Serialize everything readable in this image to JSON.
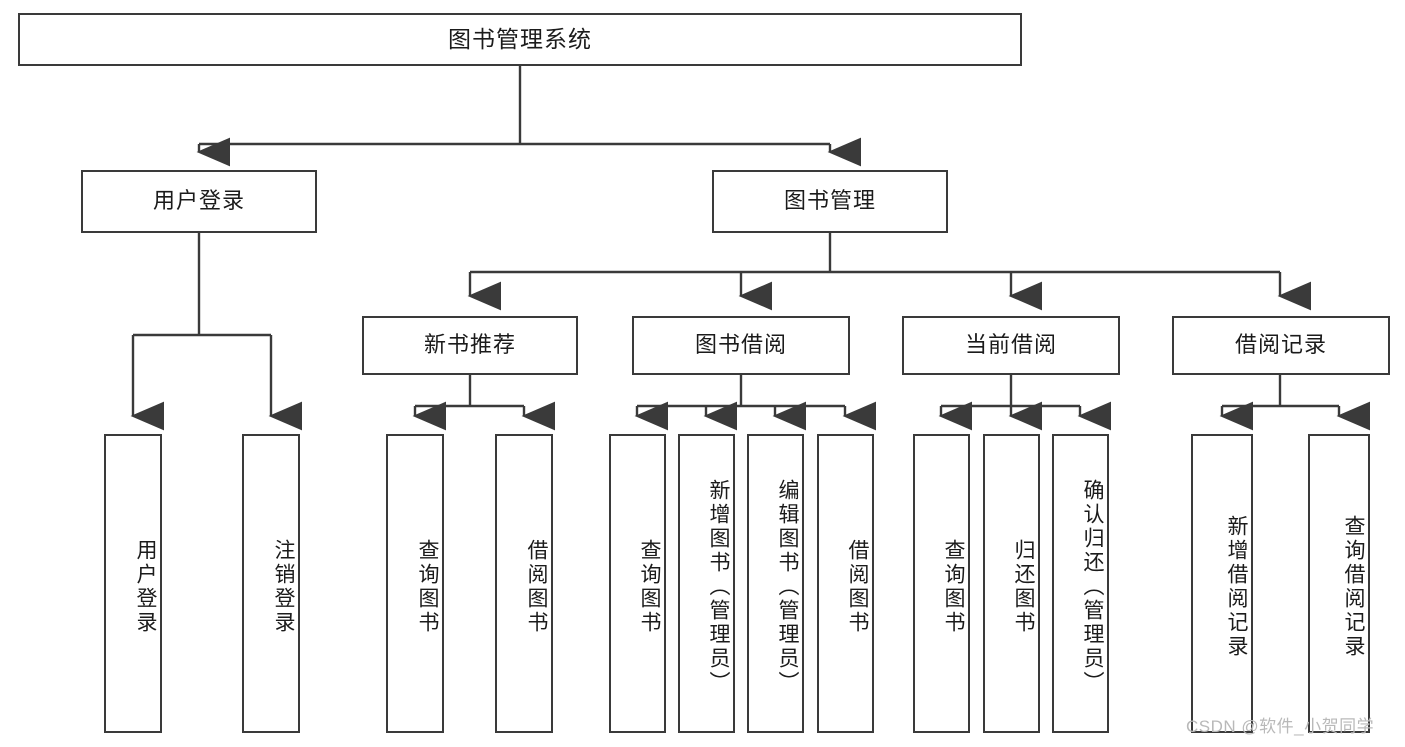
{
  "diagram": {
    "title": "图书管理系统",
    "type": "tree-hierarchy-diagram",
    "watermark": "CSDN @软件_小贺同学",
    "colors": {
      "stroke": "#3a3a3a",
      "fill": "#ffffff",
      "text": "#1b1b1b",
      "watermark": "#b9b9b9"
    },
    "nodes": {
      "root": {
        "label": "图书管理系统",
        "level": 0,
        "orientation": "horizontal"
      },
      "user_login": {
        "label": "用户登录",
        "level": 1,
        "orientation": "horizontal"
      },
      "book_manage": {
        "label": "图书管理",
        "level": 1,
        "orientation": "horizontal"
      },
      "new_book_rec": {
        "label": "新书推荐",
        "level": 2,
        "orientation": "horizontal"
      },
      "book_borrow": {
        "label": "图书借阅",
        "level": 2,
        "orientation": "horizontal"
      },
      "current_borrow": {
        "label": "当前借阅",
        "level": 2,
        "orientation": "horizontal"
      },
      "borrow_record": {
        "label": "借阅记录",
        "level": 2,
        "orientation": "horizontal"
      },
      "leaf_user_login": {
        "label": "用户登录",
        "level": 2,
        "orientation": "vertical"
      },
      "leaf_logout": {
        "label": "注销登录",
        "level": 2,
        "orientation": "vertical"
      },
      "leaf_query_book_1": {
        "label": "查询图书",
        "level": 3,
        "orientation": "vertical"
      },
      "leaf_borrow_book_1": {
        "label": "借阅图书",
        "level": 3,
        "orientation": "vertical"
      },
      "leaf_query_book_2": {
        "label": "查询图书",
        "level": 3,
        "orientation": "vertical"
      },
      "leaf_add_book": {
        "label": "新增图书（管理员）",
        "level": 3,
        "orientation": "vertical"
      },
      "leaf_edit_book": {
        "label": "编辑图书（管理员）",
        "level": 3,
        "orientation": "vertical"
      },
      "leaf_borrow_book_2": {
        "label": "借阅图书",
        "level": 3,
        "orientation": "vertical"
      },
      "leaf_query_book_3": {
        "label": "查询图书",
        "level": 3,
        "orientation": "vertical"
      },
      "leaf_return_book": {
        "label": "归还图书",
        "level": 3,
        "orientation": "vertical"
      },
      "leaf_confirm_return": {
        "label": "确认归还（管理员）",
        "level": 3,
        "orientation": "vertical"
      },
      "leaf_add_record": {
        "label": "新增借阅记录",
        "level": 3,
        "orientation": "vertical"
      },
      "leaf_query_record": {
        "label": "查询借阅记录",
        "level": 3,
        "orientation": "vertical"
      }
    },
    "edges": [
      {
        "from": "root",
        "to": "user_login"
      },
      {
        "from": "root",
        "to": "book_manage"
      },
      {
        "from": "user_login",
        "to": "leaf_user_login"
      },
      {
        "from": "user_login",
        "to": "leaf_logout"
      },
      {
        "from": "book_manage",
        "to": "new_book_rec"
      },
      {
        "from": "book_manage",
        "to": "book_borrow"
      },
      {
        "from": "book_manage",
        "to": "current_borrow"
      },
      {
        "from": "book_manage",
        "to": "borrow_record"
      },
      {
        "from": "new_book_rec",
        "to": "leaf_query_book_1"
      },
      {
        "from": "new_book_rec",
        "to": "leaf_borrow_book_1"
      },
      {
        "from": "book_borrow",
        "to": "leaf_query_book_2"
      },
      {
        "from": "book_borrow",
        "to": "leaf_add_book"
      },
      {
        "from": "book_borrow",
        "to": "leaf_edit_book"
      },
      {
        "from": "book_borrow",
        "to": "leaf_borrow_book_2"
      },
      {
        "from": "current_borrow",
        "to": "leaf_query_book_3"
      },
      {
        "from": "current_borrow",
        "to": "leaf_return_book"
      },
      {
        "from": "current_borrow",
        "to": "leaf_confirm_return"
      },
      {
        "from": "borrow_record",
        "to": "leaf_add_record"
      },
      {
        "from": "borrow_record",
        "to": "leaf_query_record"
      }
    ]
  }
}
